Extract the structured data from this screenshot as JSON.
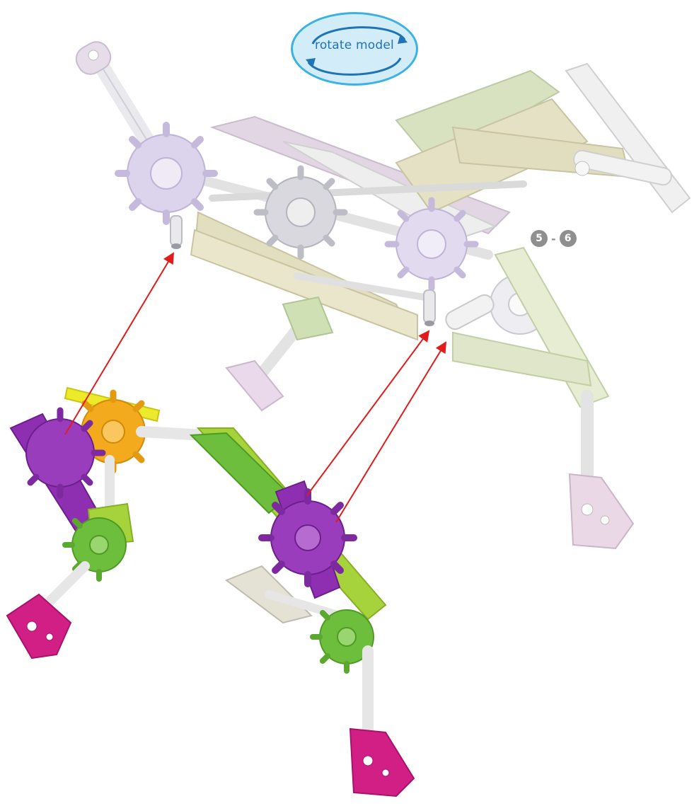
{
  "rotate_badge": {
    "label": "rotate model",
    "colors": {
      "fill": "#d2ecf8",
      "border": "#3bb2e3",
      "text": "#1f73b7"
    }
  },
  "step_range": {
    "from": "5",
    "to": "6",
    "separator": "-"
  },
  "parts": {
    "colors": {
      "white": "#ececec",
      "lavender": "#dcd3ec",
      "pink_light": "#e9d8e6",
      "tan": "#e4e1c4",
      "sage": "#d6e0bd",
      "gray": "#b9b9b9",
      "purple": "#8e2fb2",
      "orange": "#f3ab1d",
      "yellow": "#ecea2a",
      "green": "#6cbe3c",
      "lime": "#a6d33b",
      "magenta": "#d21f85",
      "dark_gray": "#3f4a43"
    }
  },
  "connector_color": "#e21b1b"
}
